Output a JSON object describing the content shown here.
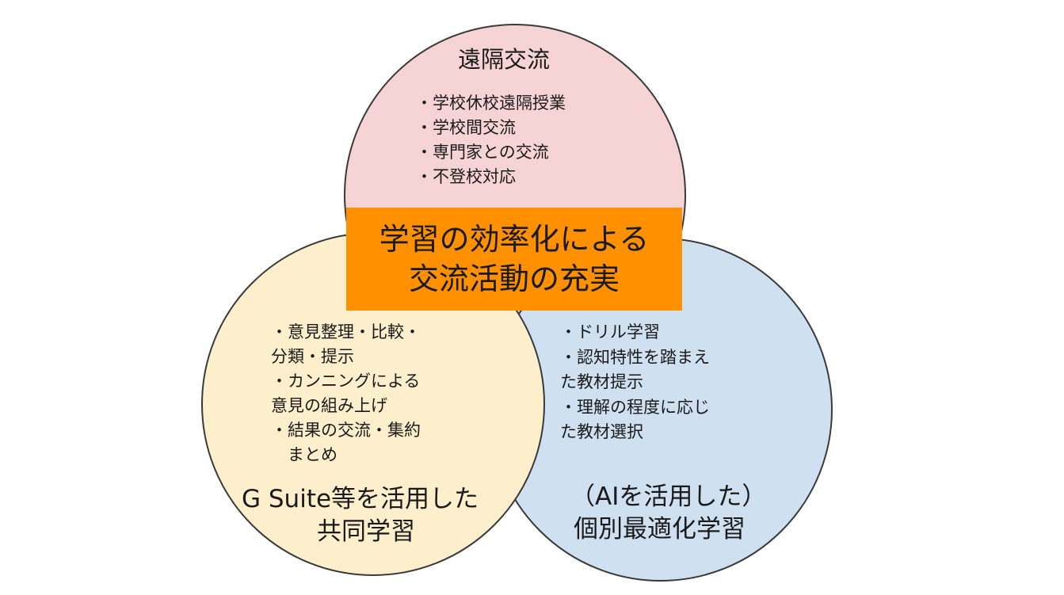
{
  "diagram": {
    "top_circle": {
      "title": "遠隔交流",
      "items": [
        "・学校休校遠隔授業",
        "・学校間交流",
        "・専門家との交流",
        "・不登校対応"
      ],
      "color": "#f6d3d5"
    },
    "left_circle": {
      "items": [
        "・意見整理・比較・",
        "分類・提示",
        "・カンニングによる",
        "意見の組み上げ",
        "・結果の交流・集約",
        "　まとめ"
      ],
      "label_line1": "G Suite等を活用した",
      "label_line2": "共同学習",
      "color": "#fdefcc"
    },
    "right_circle": {
      "items": [
        "・ドリル学習",
        "・認知特性を踏まえ",
        "た教材提示",
        "・理解の程度に応じ",
        "た教材選択"
      ],
      "label_line1": "（AIを活用した）",
      "label_line2": "個別最適化学習",
      "color": "#cfe0f1"
    },
    "center": {
      "line1": "学習の効率化による",
      "line2": "交流活動の充実",
      "color": "#ff9000"
    }
  }
}
